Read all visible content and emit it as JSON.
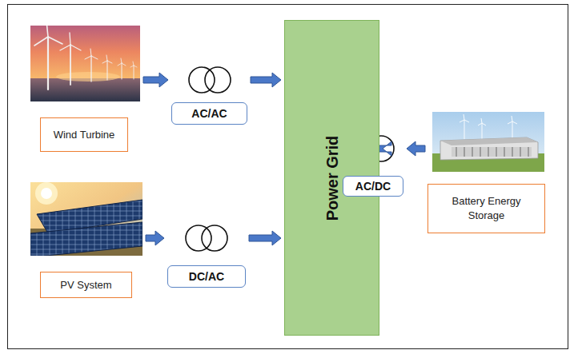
{
  "diagram": {
    "nodes": [
      {
        "text": [
          "Wind Turbine"
        ]
      },
      {
        "text": [
          "AC/AC"
        ]
      },
      {
        "text": [
          "PV System"
        ]
      },
      {
        "text": [
          "DC/AC"
        ]
      },
      {
        "text": [
          "Power Grid"
        ]
      },
      {
        "text": [
          "AC/DC"
        ]
      },
      {
        "text": [
          "Battery Energy Storage"
        ]
      }
    ],
    "edges": [
      {
        "from": 0,
        "to": 1,
        "arrow": "to"
      },
      {
        "from": 1,
        "to": 4,
        "arrow": "to"
      },
      {
        "from": 2,
        "to": 3,
        "arrow": "to"
      },
      {
        "from": 3,
        "to": 4,
        "arrow": "to"
      },
      {
        "from": 6,
        "to": 5,
        "arrow": "to"
      },
      {
        "from": 5,
        "to": 4,
        "arrow": "to"
      }
    ]
  }
}
